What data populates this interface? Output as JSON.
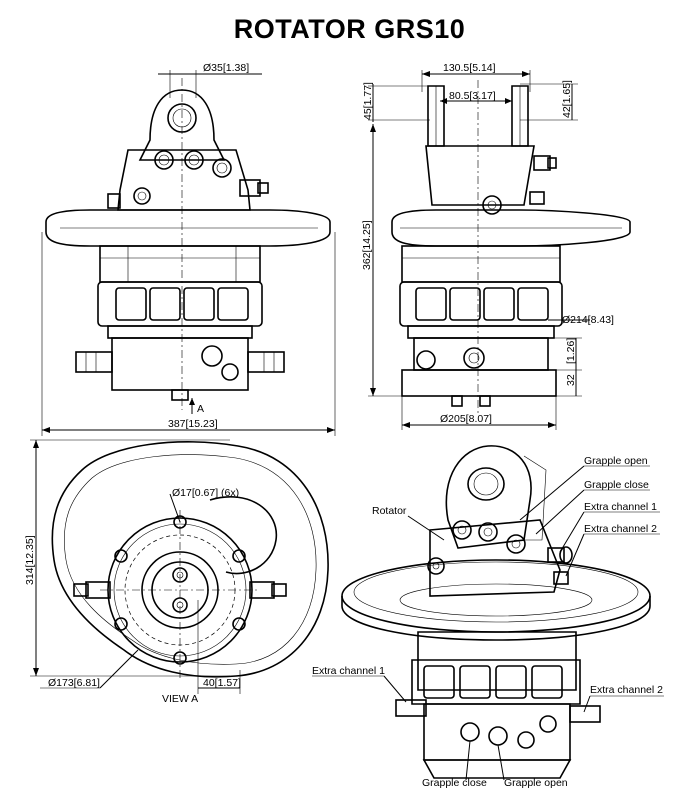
{
  "title": "ROTATOR  GRS10",
  "dims": {
    "pin_diameter": "Ø35[1.38]",
    "top_width": "130.5[5.14]",
    "inner_width": "80.5[3.17]",
    "d45": "45[1.77]",
    "d42": "42[1.65]",
    "height": "362[14.25]",
    "body_diameter": "Ø214[8.43]",
    "d32": "32",
    "d126": "[1.26]",
    "base_diameter": "Ø205[8.07]",
    "overall_width": "387[15.23]",
    "overall_depth": "314[12.35]",
    "hole_diameter": "Ø17[0.67] (6x)",
    "bolt_circle": "Ø173[6.81]",
    "d40": "40[1.57]",
    "view_arrow": "A",
    "view_label": "VIEW A"
  },
  "callouts": {
    "rotator": "Rotator",
    "grapple_open_top": "Grapple open",
    "grapple_close_top": "Grapple close",
    "extra_1_top": "Extra channel 1",
    "extra_2_top": "Extra channel 2",
    "extra_1_bottom": "Extra channel 1",
    "extra_2_bottom": "Extra channel 2",
    "grapple_close_bottom": "Grapple close",
    "grapple_open_bottom": "Grapple open"
  }
}
